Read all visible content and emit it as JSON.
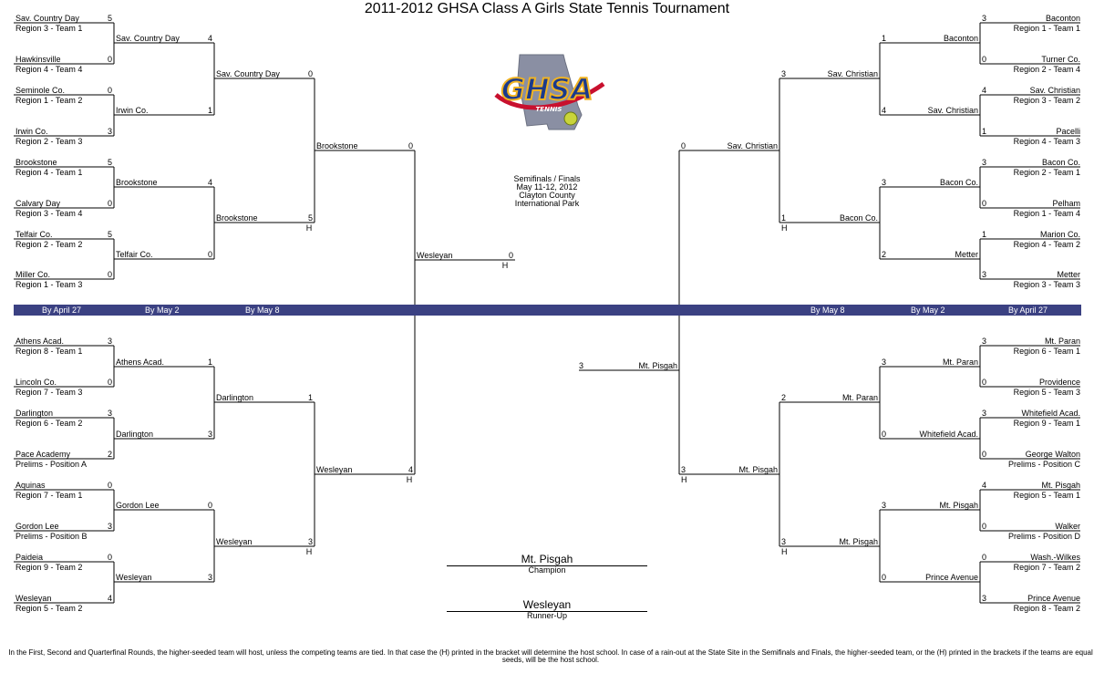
{
  "title": "2011-2012 GHSA Class A Girls State Tennis Tournament",
  "logo": {
    "text": "GHSA",
    "subtext": "TENNIS"
  },
  "rounds_left": [
    "By April 27",
    "By May 2",
    "By May 8"
  ],
  "rounds_right": [
    "By May 8",
    "By May 2",
    "By April 27"
  ],
  "semifinals": [
    "Semifinals / Finals",
    "May 11-12, 2012",
    "Clayton County",
    "International Park"
  ],
  "champion": {
    "name": "Mt. Pisgah",
    "label": "Champion"
  },
  "runner_up": {
    "name": "Wesleyan",
    "label": "Runner-Up"
  },
  "host_marker": "H",
  "footnote": "In the First, Second and Quarterfinal Rounds, the higher-seeded team will host, unless the competing teams are tied.  In that case the (H) printed in the bracket will determine the host school.  In case of a rain-out at the State Site in the Semifinals and Finals, the higher-seeded team, or the (H) printed in the brackets if the teams are equal seeds, will be the host school.",
  "left_r1": [
    {
      "name": "Sav. Country Day",
      "seed": "Region 3 - Team 1",
      "score": "5"
    },
    {
      "name": "Hawkinsville",
      "seed": "Region 4 - Team 4",
      "score": "0"
    },
    {
      "name": "Seminole Co.",
      "seed": "Region 1 - Team 2",
      "score": "0"
    },
    {
      "name": "Irwin Co.",
      "seed": "Region 2 - Team 3",
      "score": "3"
    },
    {
      "name": "Brookstone",
      "seed": "Region 4 - Team 1",
      "score": "5"
    },
    {
      "name": "Calvary Day",
      "seed": "Region 3 - Team 4",
      "score": "0"
    },
    {
      "name": "Telfair Co.",
      "seed": "Region 2 - Team 2",
      "score": "5"
    },
    {
      "name": "Miller Co.",
      "seed": "Region 1 - Team 3",
      "score": "0"
    },
    {
      "name": "Athens Acad.",
      "seed": "Region 8 - Team 1",
      "score": "3"
    },
    {
      "name": "Lincoln Co.",
      "seed": "Region 7 - Team 3",
      "score": "0"
    },
    {
      "name": "Darlington",
      "seed": "Region 6 - Team 2",
      "score": "3"
    },
    {
      "name": "Pace Academy",
      "seed": "Prelims - Position A",
      "score": "2"
    },
    {
      "name": "Aquinas",
      "seed": "Region 7 - Team 1",
      "score": "0"
    },
    {
      "name": "Gordon Lee",
      "seed": "Prelims - Position B",
      "score": "3"
    },
    {
      "name": "Paideia",
      "seed": "Region 9 - Team 2",
      "score": "0"
    },
    {
      "name": "Wesleyan",
      "seed": "Region 5 - Team 2",
      "score": "4"
    }
  ],
  "left_r2": [
    {
      "name": "Sav. Country Day",
      "score": "4"
    },
    {
      "name": "Irwin Co.",
      "score": "1"
    },
    {
      "name": "Brookstone",
      "score": "4"
    },
    {
      "name": "Telfair Co.",
      "score": "0"
    },
    {
      "name": "Athens Acad.",
      "score": "1"
    },
    {
      "name": "Darlington",
      "score": "3"
    },
    {
      "name": "Gordon Lee",
      "score": "0"
    },
    {
      "name": "Wesleyan",
      "score": "3"
    }
  ],
  "left_r3": [
    {
      "name": "Sav. Country Day",
      "score": "0",
      "host": ""
    },
    {
      "name": "Brookstone",
      "score": "5",
      "host": "H"
    },
    {
      "name": "Darlington",
      "score": "1",
      "host": ""
    },
    {
      "name": "Wesleyan",
      "score": "3",
      "host": "H"
    }
  ],
  "left_r4": [
    {
      "name": "Brookstone",
      "score": "0",
      "host": ""
    },
    {
      "name": "Wesleyan",
      "score": "4",
      "host": "H"
    }
  ],
  "left_final": {
    "name": "Wesleyan",
    "score": "0",
    "host": "H"
  },
  "right_r1": [
    {
      "name": "Baconton",
      "seed": "Region 1 - Team 1",
      "score": "3"
    },
    {
      "name": "Turner Co.",
      "seed": "Region 2 - Team 4",
      "score": "0"
    },
    {
      "name": "Sav. Christian",
      "seed": "Region 3 - Team 2",
      "score": "4"
    },
    {
      "name": "Pacelli",
      "seed": "Region 4 - Team 3",
      "score": "1"
    },
    {
      "name": "Bacon Co.",
      "seed": "Region 2 - Team 1",
      "score": "3"
    },
    {
      "name": "Pelham",
      "seed": "Region 1 - Team 4",
      "score": "0"
    },
    {
      "name": "Marion Co.",
      "seed": "Region 4 - Team 2",
      "score": "1"
    },
    {
      "name": "Metter",
      "seed": "Region 3 - Team 3",
      "score": "3"
    },
    {
      "name": "Mt. Paran",
      "seed": "Region 6 - Team 1",
      "score": "3"
    },
    {
      "name": "Providence",
      "seed": "Region 5 - Team 3",
      "score": "0"
    },
    {
      "name": "Whitefield Acad.",
      "seed": "Region 9 - Team 1",
      "score": "3"
    },
    {
      "name": "George Walton",
      "seed": "Prelims - Position C",
      "score": "0"
    },
    {
      "name": "Mt. Pisgah",
      "seed": "Region 5 - Team 1",
      "score": "4"
    },
    {
      "name": "Walker",
      "seed": "Prelims - Position D",
      "score": "0"
    },
    {
      "name": "Wash.-Wilkes",
      "seed": "Region 7 - Team 2",
      "score": "0"
    },
    {
      "name": "Prince Avenue",
      "seed": "Region 8 - Team 2",
      "score": "3"
    }
  ],
  "right_r2": [
    {
      "name": "Baconton",
      "score": "1"
    },
    {
      "name": "Sav. Christian",
      "score": "4"
    },
    {
      "name": "Bacon Co.",
      "score": "3"
    },
    {
      "name": "Metter",
      "score": "2"
    },
    {
      "name": "Mt. Paran",
      "score": "3"
    },
    {
      "name": "Whitefield Acad.",
      "score": "0"
    },
    {
      "name": "Mt. Pisgah",
      "score": "3"
    },
    {
      "name": "Prince Avenue",
      "score": "0"
    }
  ],
  "right_r3": [
    {
      "name": "Sav. Christian",
      "score": "3",
      "host": ""
    },
    {
      "name": "Bacon Co.",
      "score": "1",
      "host": "H"
    },
    {
      "name": "Mt. Paran",
      "score": "2",
      "host": ""
    },
    {
      "name": "Mt. Pisgah",
      "score": "3",
      "host": "H"
    }
  ],
  "right_r4": [
    {
      "name": "Sav. Christian",
      "score": "0",
      "host": ""
    },
    {
      "name": "Mt. Pisgah",
      "score": "3",
      "host": "H"
    }
  ],
  "right_final": {
    "name": "Mt. Pisgah",
    "score": "3",
    "host": ""
  }
}
